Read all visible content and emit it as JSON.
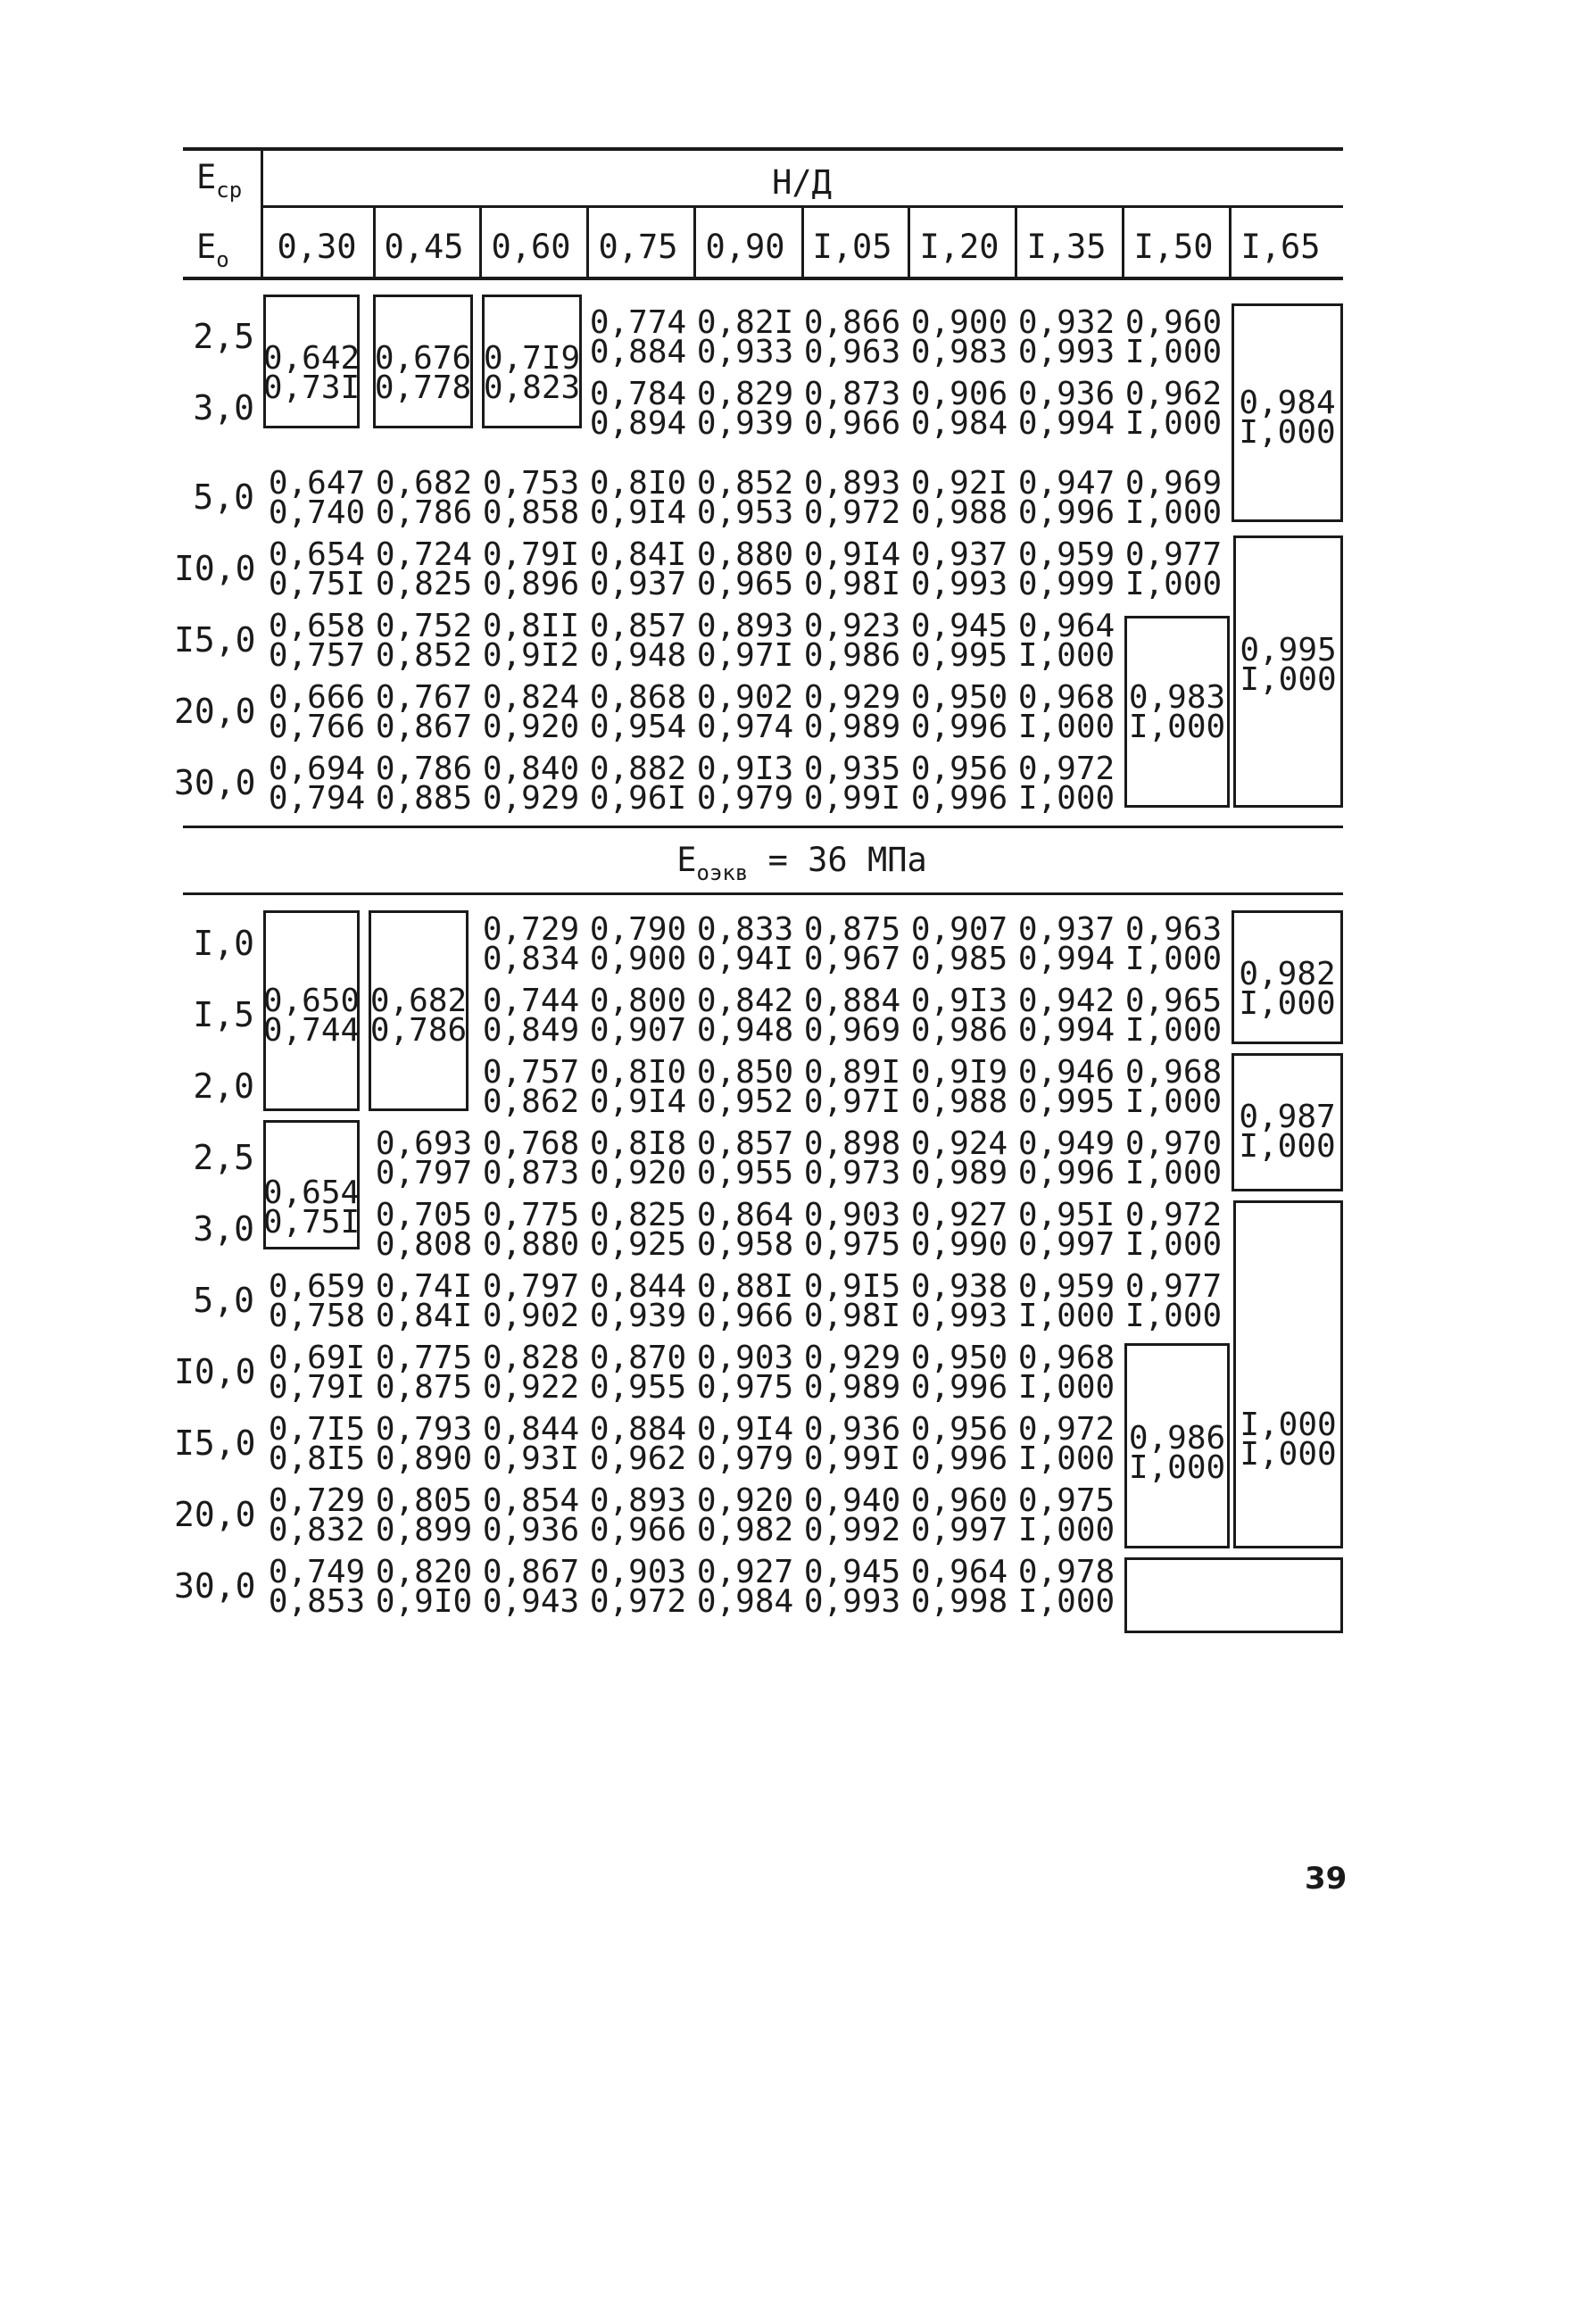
{
  "table": {
    "ecp_label_main": "E",
    "ecp_label_sub": "ср",
    "eo_label_main": "E",
    "eo_label_sub": "о",
    "group_header": "Н/Д",
    "columns": [
      "0,30",
      "0,45",
      "0,60",
      "0,75",
      "0,90",
      "I,05",
      "I,20",
      "I,35",
      "I,50",
      "I,65"
    ]
  },
  "section1": {
    "rows": [
      {
        "eo": "2,5",
        "vals": [
          "",
          "",
          "",
          "0,774\n0,884",
          "0,82I\n0,933",
          "0,866\n0,963",
          "0,900\n0,983",
          "0,932\n0,993",
          "0,960\nI,000",
          ""
        ]
      },
      {
        "eo": "3,0",
        "vals": [
          "",
          "",
          "",
          "0,784\n0,894",
          "0,829\n0,939",
          "0,873\n0,966",
          "0,906\n0,984",
          "0,936\n0,994",
          "0,962\nI,000",
          ""
        ]
      },
      {
        "eo": "5,0",
        "vals": [
          "0,647\n0,740",
          "0,682\n0,786",
          "0,753\n0,858",
          "0,8I0\n0,9I4",
          "0,852\n0,953",
          "0,893\n0,972",
          "0,92I\n0,988",
          "0,947\n0,996",
          "0,969\nI,000",
          ""
        ]
      },
      {
        "eo": "I0,0",
        "vals": [
          "0,654\n0,75I",
          "0,724\n0,825",
          "0,79I\n0,896",
          "0,84I\n0,937",
          "0,880\n0,965",
          "0,9I4\n0,98I",
          "0,937\n0,993",
          "0,959\n0,999",
          "0,977\nI,000",
          ""
        ]
      },
      {
        "eo": "I5,0",
        "vals": [
          "0,658\n0,757",
          "0,752\n0,852",
          "0,8II\n0,9I2",
          "0,857\n0,948",
          "0,893\n0,97I",
          "0,923\n0,986",
          "0,945\n0,995",
          "0,964\nI,000",
          "",
          ""
        ]
      },
      {
        "eo": "20,0",
        "vals": [
          "0,666\n0,766",
          "0,767\n0,867",
          "0,824\n0,920",
          "0,868\n0,954",
          "0,902\n0,974",
          "0,929\n0,989",
          "0,950\n0,996",
          "0,968\nI,000",
          "",
          ""
        ]
      },
      {
        "eo": "30,0",
        "vals": [
          "0,694\n0,794",
          "0,786\n0,885",
          "0,840\n0,929",
          "0,882\n0,96I",
          "0,9I3\n0,979",
          "0,935\n0,99I",
          "0,956\n0,996",
          "0,972\nI,000",
          "",
          ""
        ]
      }
    ],
    "merged": [
      {
        "text": "0,642\n0,73I"
      },
      {
        "text": "0,676\n0,778"
      },
      {
        "text": "0,7I9\n0,823"
      },
      {
        "text": "0,984\nI,000"
      },
      {
        "text": "0,983\nI,000"
      },
      {
        "text": "0,995\nI,000"
      }
    ]
  },
  "section2": {
    "title_main": "E",
    "title_sub": "оэкв",
    "title_rest": " = 36 МПа",
    "rows": [
      {
        "eo": "I,0",
        "vals": [
          "",
          "",
          "0,729\n0,834",
          "0,790\n0,900",
          "0,833\n0,94I",
          "0,875\n0,967",
          "0,907\n0,985",
          "0,937\n0,994",
          "0,963\nI,000",
          ""
        ]
      },
      {
        "eo": "I,5",
        "vals": [
          "",
          "",
          "0,744\n0,849",
          "0,800\n0,907",
          "0,842\n0,948",
          "0,884\n0,969",
          "0,9I3\n0,986",
          "0,942\n0,994",
          "0,965\nI,000",
          ""
        ]
      },
      {
        "eo": "2,0",
        "vals": [
          "",
          "",
          "0,757\n0,862",
          "0,8I0\n0,9I4",
          "0,850\n0,952",
          "0,89I\n0,97I",
          "0,9I9\n0,988",
          "0,946\n0,995",
          "0,968\nI,000",
          ""
        ]
      },
      {
        "eo": "2,5",
        "vals": [
          "",
          "0,693\n0,797",
          "0,768\n0,873",
          "0,8I8\n0,920",
          "0,857\n0,955",
          "0,898\n0,973",
          "0,924\n0,989",
          "0,949\n0,996",
          "0,970\nI,000",
          ""
        ]
      },
      {
        "eo": "3,0",
        "vals": [
          "",
          "0,705\n0,808",
          "0,775\n0,880",
          "0,825\n0,925",
          "0,864\n0,958",
          "0,903\n0,975",
          "0,927\n0,990",
          "0,95I\n0,997",
          "0,972\nI,000",
          ""
        ]
      },
      {
        "eo": "5,0",
        "vals": [
          "0,659\n0,758",
          "0,74I\n0,84I",
          "0,797\n0,902",
          "0,844\n0,939",
          "0,88I\n0,966",
          "0,9I5\n0,98I",
          "0,938\n0,993",
          "0,959\nI,000",
          "0,977\nI,000",
          ""
        ]
      },
      {
        "eo": "I0,0",
        "vals": [
          "0,69I\n0,79I",
          "0,775\n0,875",
          "0,828\n0,922",
          "0,870\n0,955",
          "0,903\n0,975",
          "0,929\n0,989",
          "0,950\n0,996",
          "0,968\nI,000",
          "",
          ""
        ]
      },
      {
        "eo": "I5,0",
        "vals": [
          "0,7I5\n0,8I5",
          "0,793\n0,890",
          "0,844\n0,93I",
          "0,884\n0,962",
          "0,9I4\n0,979",
          "0,936\n0,99I",
          "0,956\n0,996",
          "0,972\nI,000",
          "",
          ""
        ]
      },
      {
        "eo": "20,0",
        "vals": [
          "0,729\n0,832",
          "0,805\n0,899",
          "0,854\n0,936",
          "0,893\n0,966",
          "0,920\n0,982",
          "0,940\n0,992",
          "0,960\n0,997",
          "0,975\nI,000",
          "",
          ""
        ]
      },
      {
        "eo": "30,0",
        "vals": [
          "0,749\n0,853",
          "0,820\n0,9I0",
          "0,867\n0,943",
          "0,903\n0,972",
          "0,927\n0,984",
          "0,945\n0,993",
          "0,964\n0,998",
          "0,978\nI,000",
          "",
          ""
        ]
      }
    ],
    "merged": [
      {
        "text": "0,650\n0,744"
      },
      {
        "text": "0,682\n0,786"
      },
      {
        "text": "0,654\n0,75I"
      },
      {
        "text": "0,982\nI,000"
      },
      {
        "text": "0,987\nI,000"
      },
      {
        "text": "0,986\nI,000"
      },
      {
        "text": "I,000\nI,000"
      }
    ]
  },
  "page_number": "39"
}
